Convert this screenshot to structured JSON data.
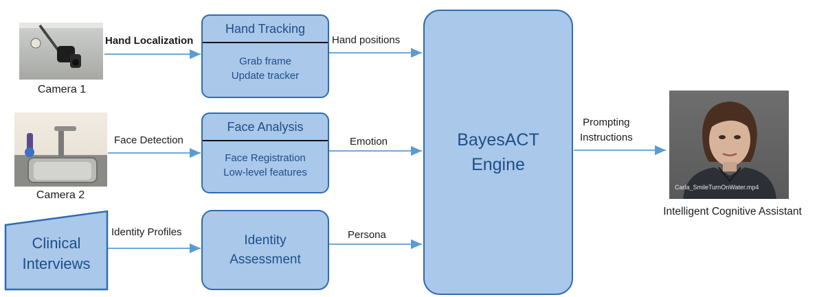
{
  "inputs": {
    "camera1_caption": "Camera 1",
    "camera2_caption": "Camera 2",
    "clinical_line1": "Clinical",
    "clinical_line2": "Interviews"
  },
  "edges": {
    "hand_localization": "Hand Localization",
    "face_detection": "Face Detection",
    "identity_profiles": "Identity Profiles",
    "hand_positions": "Hand positions",
    "emotion": "Emotion",
    "persona": "Persona",
    "prompting_line1": "Prompting",
    "prompting_line2": "Instructions"
  },
  "modules": {
    "hand_tracking": {
      "title": "Hand Tracking",
      "line1": "Grab frame",
      "line2": "Update tracker"
    },
    "face_analysis": {
      "title": "Face Analysis",
      "line1": "Face Registration",
      "line2": "Low-level features"
    },
    "identity_assessment": {
      "line1": "Identity",
      "line2": "Assessment"
    }
  },
  "engine": {
    "line1": "BayesACT",
    "line2": "Engine"
  },
  "output": {
    "caption": "Intelligent Cognitive Assistant",
    "video_label": "Carla_SmileTurnOnWater.mp4"
  },
  "colors": {
    "box_fill": "#a9c8ea",
    "box_border": "#2e6bb0",
    "arrow": "#5b9bd5",
    "text_blue": "#1f4e86"
  }
}
